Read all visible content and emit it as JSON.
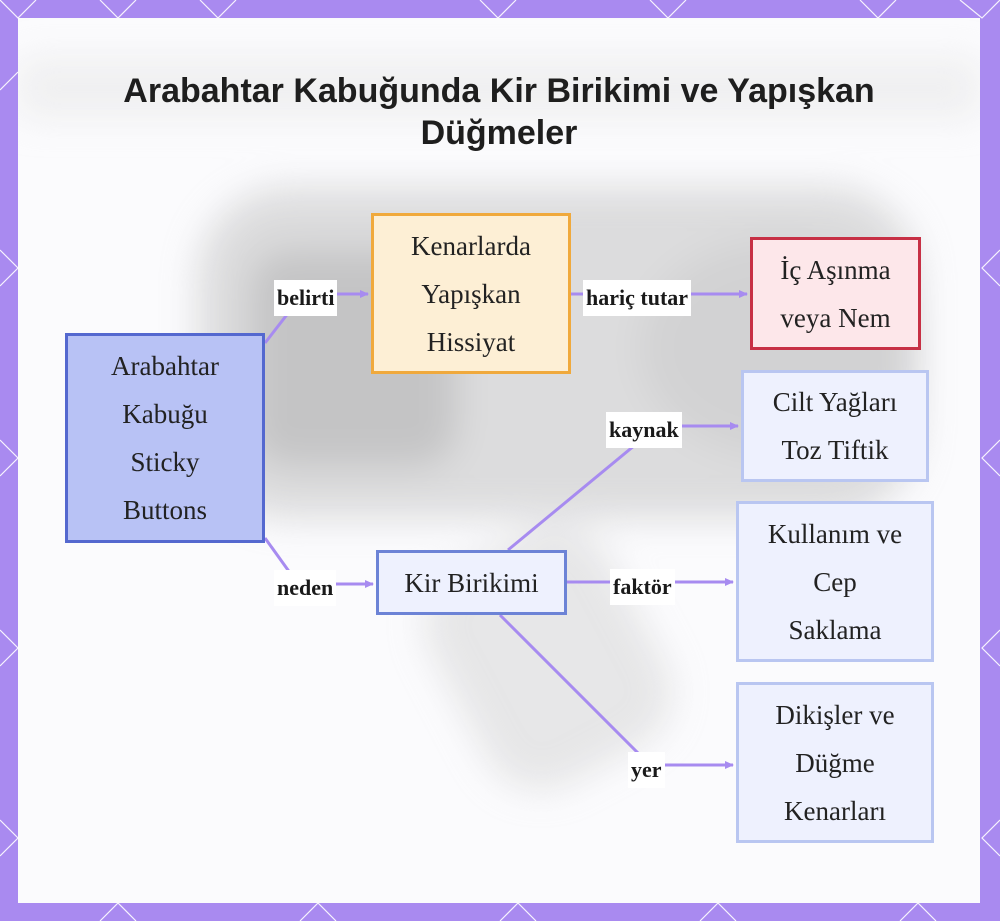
{
  "title": "Arabahtar Kabuğunda Kir Birikimi ve Yapışkan Düğmeler",
  "colors": {
    "frame": "#a98af0",
    "edge": "#a78bf0",
    "root_fill": "#b8c2f5",
    "root_border": "#5468cf",
    "sticky_fill": "#fdefd5",
    "sticky_border": "#f0a93c",
    "exclude_fill": "#fde7ea",
    "exclude_border": "#c73045",
    "node_fill": "#eef1fe",
    "node_border": "#b9c6f1"
  },
  "nodes": {
    "root": "Arabahtar\nKabuğu\nSticky\nButtons",
    "sticky": "Kenarlarda\nYapışkan\nHissiyat",
    "exclude": "İç Aşınma\nveya Nem",
    "dirt": "Kir Birikimi",
    "source": "Cilt Yağları\nToz Tiftik",
    "factor": "Kullanım ve\nCep\nSaklama",
    "place": "Dikişler ve\nDüğme\nKenarları"
  },
  "edges": {
    "belirti": "belirti",
    "neden": "neden",
    "haric_tutar": "hariç tutar",
    "kaynak": "kaynak",
    "faktor": "faktör",
    "yer": "yer"
  }
}
